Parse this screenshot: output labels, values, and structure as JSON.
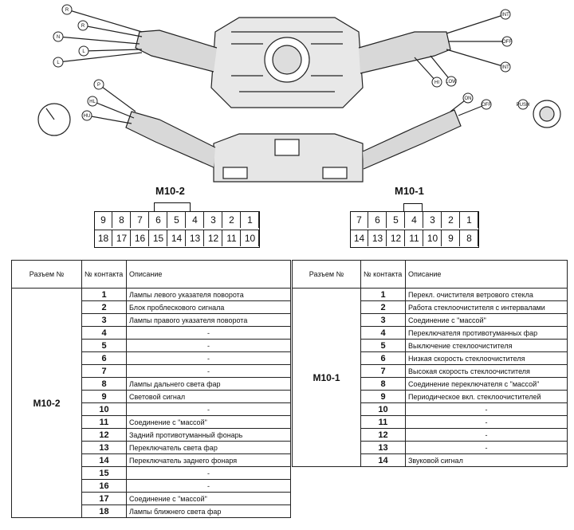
{
  "diagram": {
    "callouts": [
      "R",
      "R",
      "N",
      "L",
      "L",
      "P",
      "HL",
      "HU",
      "INT",
      "OFF",
      "INT",
      "HI",
      "LOW",
      "ON",
      "OFF",
      "PUSH"
    ]
  },
  "connectors": [
    {
      "title": "M10-2",
      "row1": [
        "9",
        "8",
        "7",
        "6",
        "5",
        "4",
        "3",
        "2",
        "1"
      ],
      "row2": [
        "18",
        "17",
        "16",
        "15",
        "14",
        "13",
        "12",
        "11",
        "10"
      ]
    },
    {
      "title": "M10-1",
      "row1": [
        "7",
        "6",
        "5",
        "4",
        "3",
        "2",
        "1"
      ],
      "row2": [
        "14",
        "13",
        "12",
        "11",
        "10",
        "9",
        "8"
      ]
    }
  ],
  "table_left": {
    "headers": [
      "Разъем №",
      "№ контакта",
      "Описание"
    ],
    "connector": "M10-2",
    "rows": [
      {
        "pin": "1",
        "desc": "Лампы левого указателя поворота"
      },
      {
        "pin": "2",
        "desc": "Блок проблескового сигнала"
      },
      {
        "pin": "3",
        "desc": "Лампы правого указателя поворота"
      },
      {
        "pin": "4",
        "desc": "-"
      },
      {
        "pin": "5",
        "desc": "-"
      },
      {
        "pin": "6",
        "desc": "-"
      },
      {
        "pin": "7",
        "desc": "-"
      },
      {
        "pin": "8",
        "desc": "Лампы дальнего света фар"
      },
      {
        "pin": "9",
        "desc": "Световой сигнал"
      },
      {
        "pin": "10",
        "desc": "-"
      },
      {
        "pin": "11",
        "desc": "Соединение с \"массой\""
      },
      {
        "pin": "12",
        "desc": "Задний противотуманный фонарь"
      },
      {
        "pin": "13",
        "desc": "Переключатель света фар"
      },
      {
        "pin": "14",
        "desc": "Переключатель заднего фонаря"
      },
      {
        "pin": "15",
        "desc": "-"
      },
      {
        "pin": "16",
        "desc": "-"
      },
      {
        "pin": "17",
        "desc": "Соединение с \"массой\""
      },
      {
        "pin": "18",
        "desc": "Лампы ближнего света фар"
      }
    ]
  },
  "table_right": {
    "headers": [
      "Разъем №",
      "№ контакта",
      "Описание"
    ],
    "connector": "M10-1",
    "rows": [
      {
        "pin": "1",
        "desc": "Перекл. очистителя ветрового стекла"
      },
      {
        "pin": "2",
        "desc": "Работа стеклоочистителя с интервалами"
      },
      {
        "pin": "3",
        "desc": "Соединение с \"массой\""
      },
      {
        "pin": "4",
        "desc": "Переключателя противотуманных фар"
      },
      {
        "pin": "5",
        "desc": "Выключение стеклоочистителя"
      },
      {
        "pin": "6",
        "desc": "Низкая скорость стеклоочистителя"
      },
      {
        "pin": "7",
        "desc": "Высокая скорость стеклоочистителя"
      },
      {
        "pin": "8",
        "desc": "Соединение переключателя с \"массой\""
      },
      {
        "pin": "9",
        "desc": "Периодическое вкл. стеклоочистителей"
      },
      {
        "pin": "10",
        "desc": "-"
      },
      {
        "pin": "11",
        "desc": "-"
      },
      {
        "pin": "12",
        "desc": "-"
      },
      {
        "pin": "13",
        "desc": "-"
      },
      {
        "pin": "14",
        "desc": "Звуковой сигнал"
      }
    ]
  }
}
